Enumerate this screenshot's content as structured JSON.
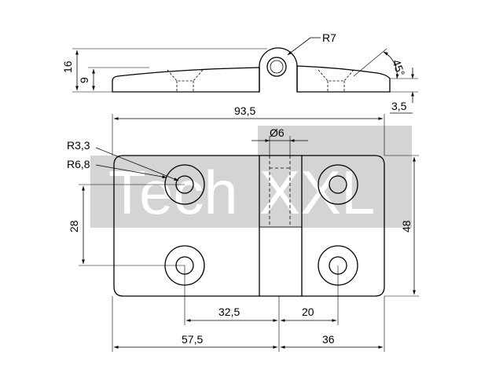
{
  "watermark": {
    "text_left": "Tech",
    "text_right": "XXL",
    "color": "#d4d4d4"
  },
  "side_view": {
    "labels": {
      "height_total": "16",
      "height_leaf": "9",
      "knuckle_radius": "R7",
      "countersink_angle": "45°",
      "leaf_thickness": "3,5"
    }
  },
  "top_view": {
    "labels": {
      "overall_width": "93,5",
      "pin_diameter": "Ø6",
      "hole_radius": "R3,3",
      "boss_radius": "R6,8",
      "hole_spacing_vertical": "28",
      "overall_height": "48",
      "left_hole_offset": "32,5",
      "right_hole_offset": "20",
      "left_leaf_width": "57,5",
      "right_leaf_width": "36"
    }
  }
}
